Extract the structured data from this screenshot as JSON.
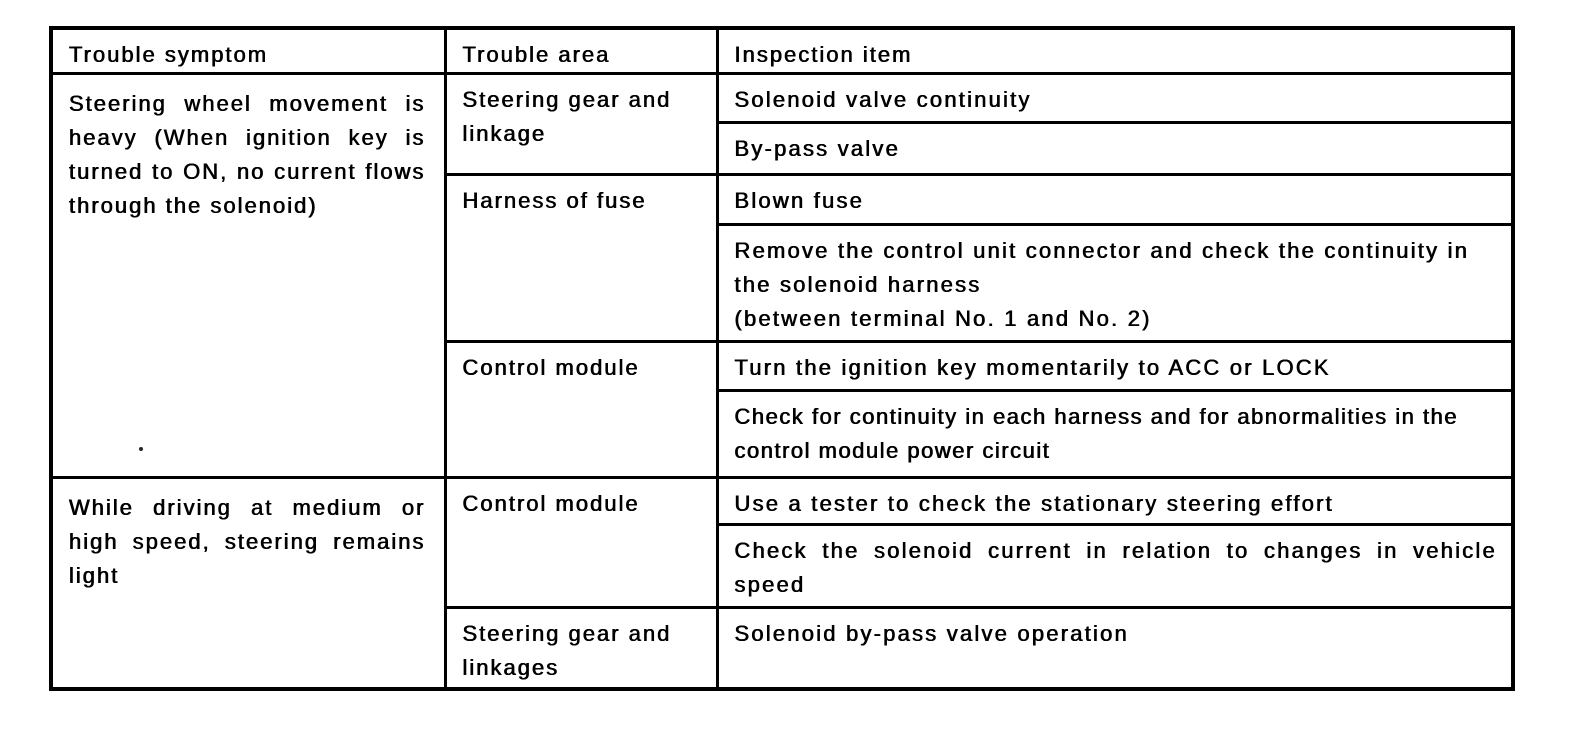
{
  "colors": {
    "ink": "#000000",
    "paper": "#ffffff"
  },
  "table": {
    "headers": [
      "Trouble symptom",
      "Trouble area",
      "Inspection item"
    ],
    "groups": [
      {
        "symptom": "Steering wheel movement is heavy (When ignition key is turned to ON, no current flows through the solenoid)",
        "areas": [
          {
            "area": "Steering gear and linkage",
            "items": [
              "Solenoid valve continuity",
              "By-pass valve"
            ]
          },
          {
            "area": "Harness of fuse",
            "items": [
              "Blown fuse",
              "Remove the control unit connector and check the continuity in the solenoid harness\n(between terminal No. 1 and No. 2)"
            ]
          },
          {
            "area": "Control module",
            "items": [
              "Turn the ignition key momentarily to ACC or LOCK",
              "Check for continuity in each harness and for abnormalities in the control module power circuit"
            ]
          }
        ]
      },
      {
        "symptom": "While driving at medium or high speed, steering remains light",
        "areas": [
          {
            "area": "Control module",
            "items": [
              "Use a tester to check the stationary steering effort",
              "Check the solenoid current in relation to changes in vehicle speed"
            ]
          },
          {
            "area": "Steering gear and linkages",
            "items": [
              "Solenoid by-pass valve operation"
            ]
          }
        ]
      }
    ]
  }
}
